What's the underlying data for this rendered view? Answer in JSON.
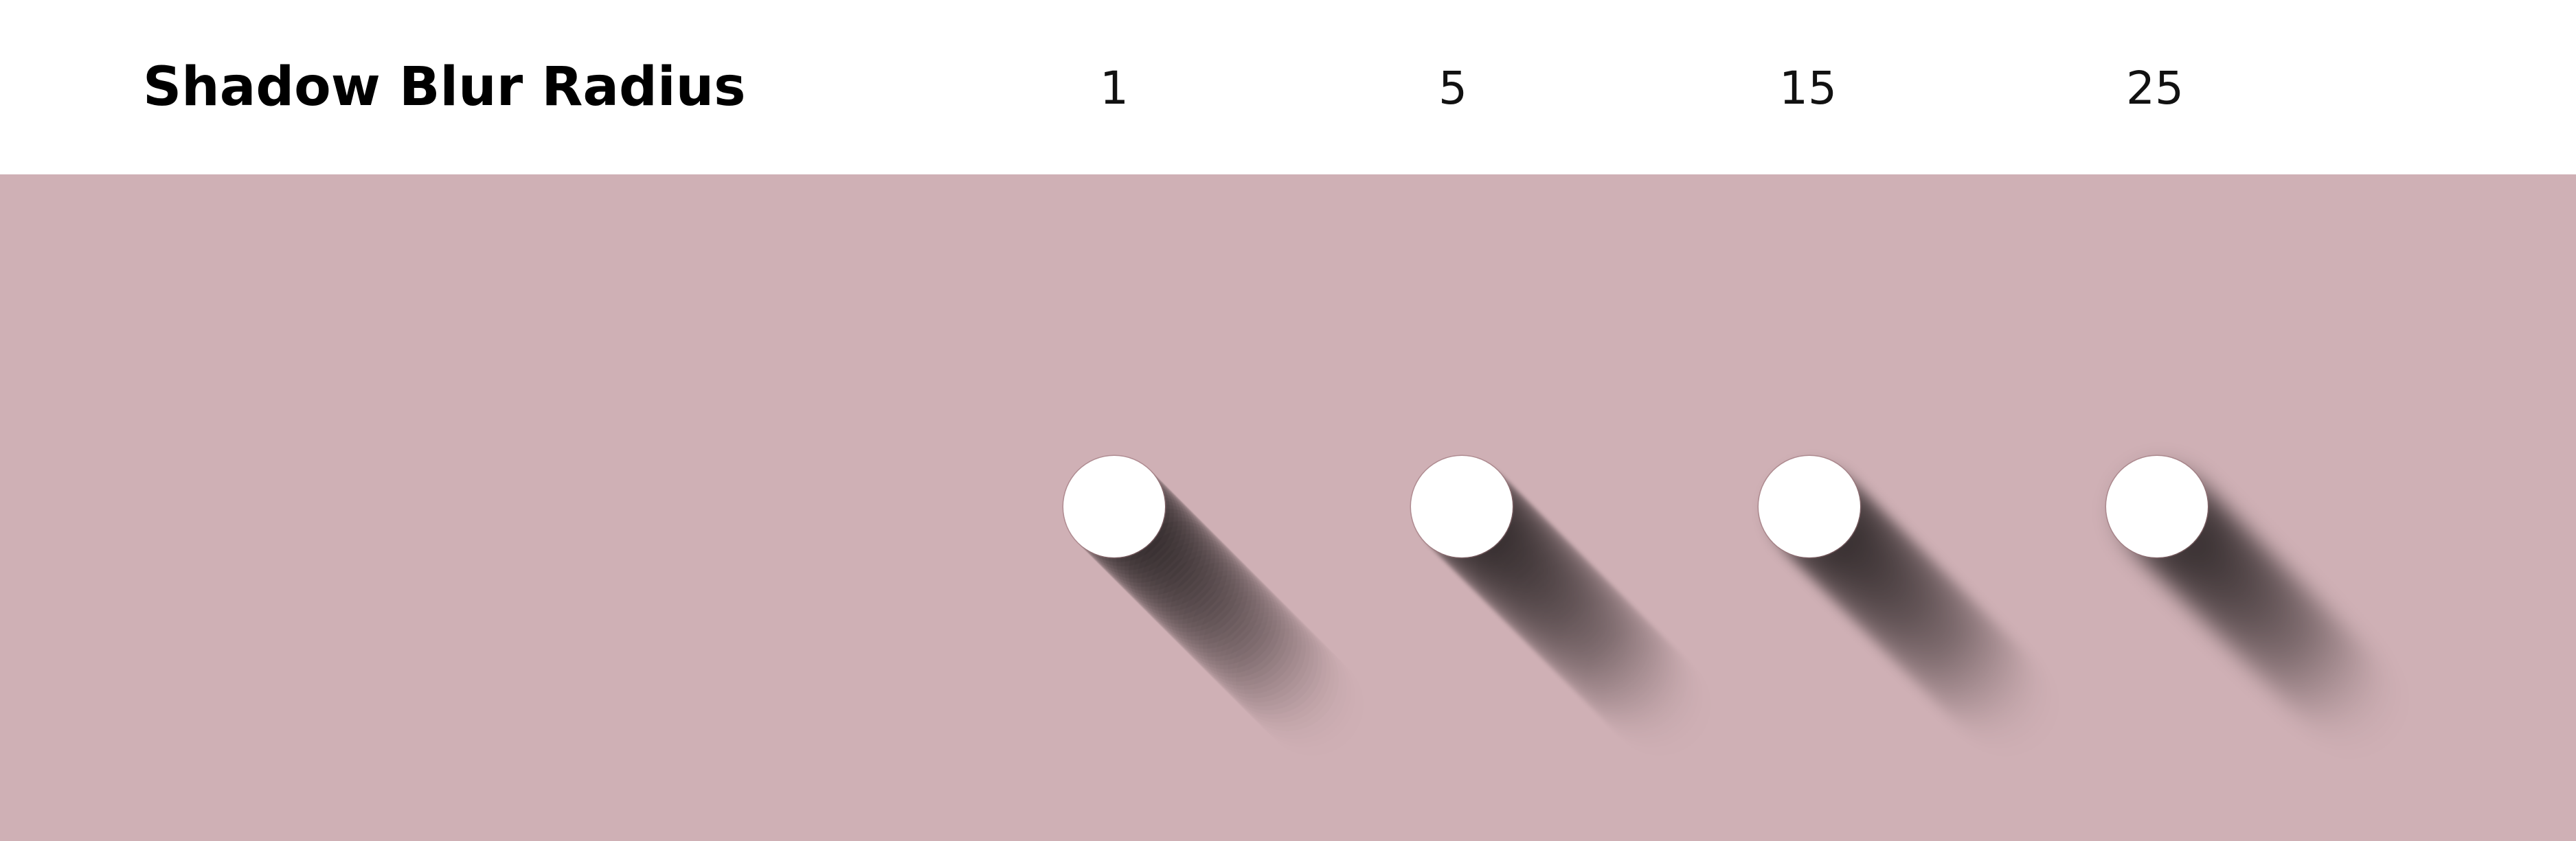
{
  "header": {
    "title": "Shadow Blur Radius",
    "values": [
      "1",
      "5",
      "15",
      "25"
    ]
  },
  "samples": [
    {
      "blur_radius": 1
    },
    {
      "blur_radius": 5
    },
    {
      "blur_radius": 15
    },
    {
      "blur_radius": 25
    }
  ],
  "colors": {
    "header_background": "#ffffff",
    "stage_background": "#cfb0b5",
    "circle": "#ffffff",
    "shadow": "#000000",
    "text": "#000000"
  }
}
